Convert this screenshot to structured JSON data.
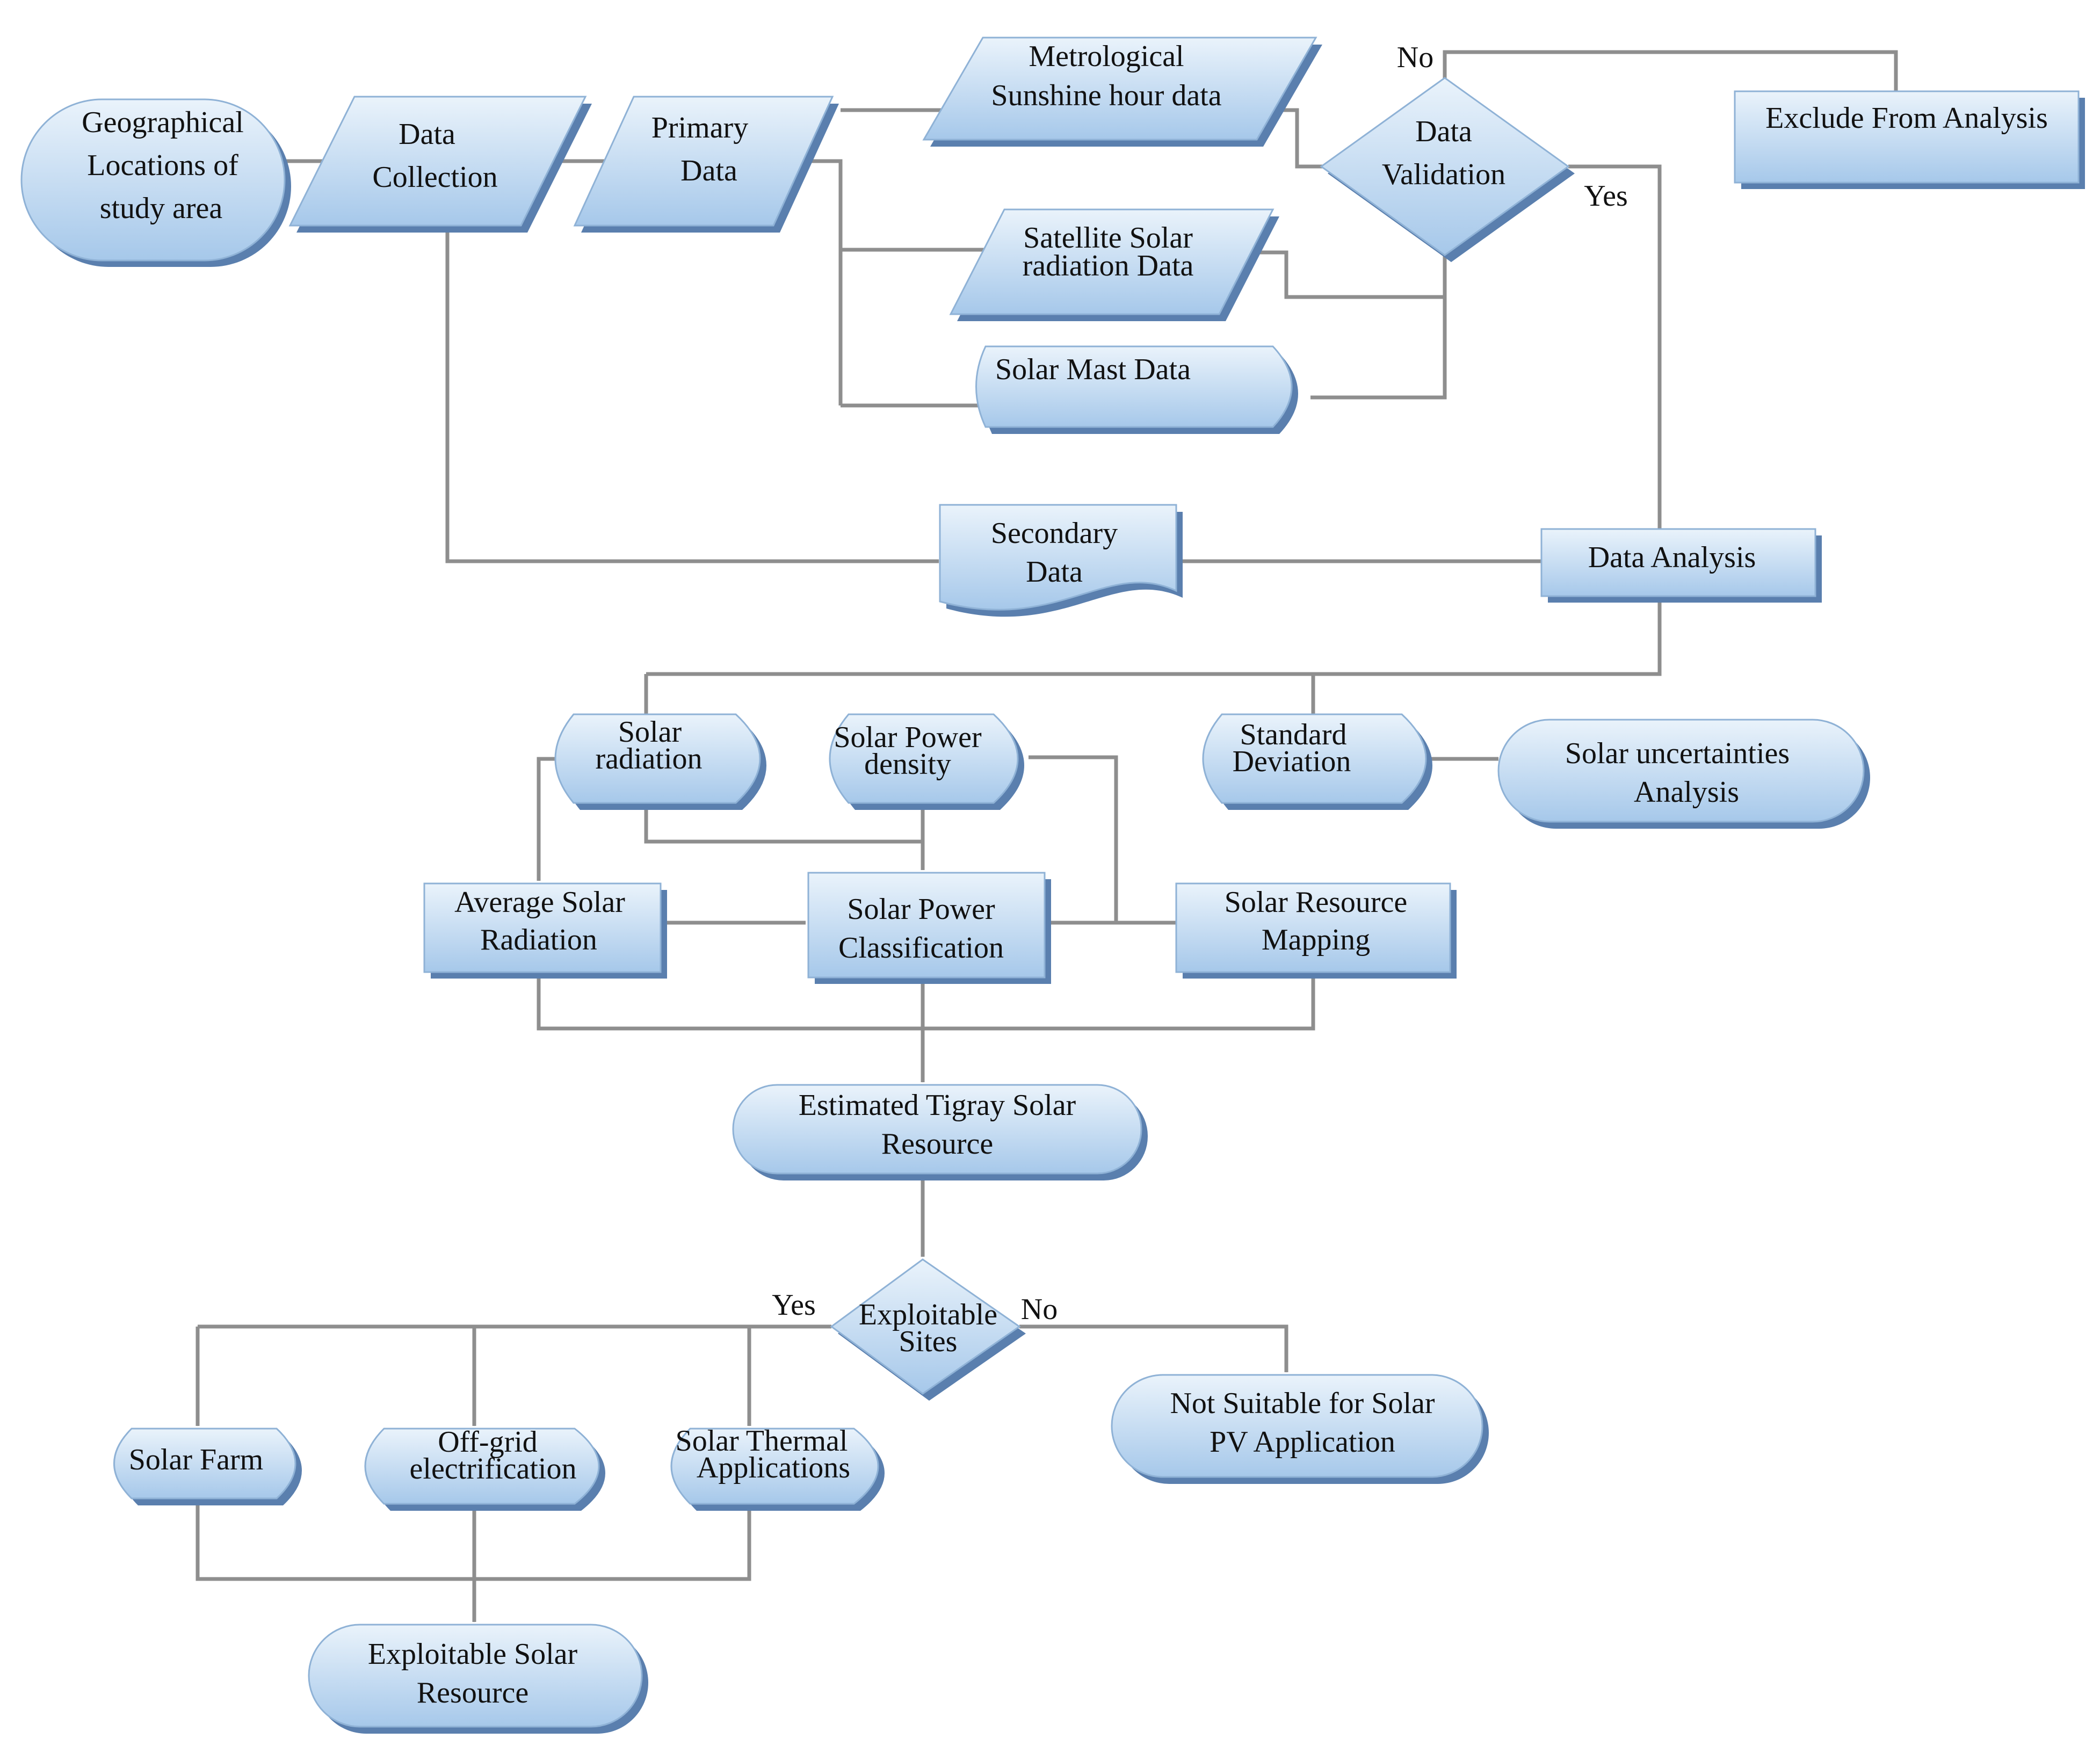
{
  "nodes": {
    "geo": {
      "lines": [
        "Geographical",
        "Locations of",
        "study area"
      ]
    },
    "collection": {
      "lines": [
        "Data",
        "Collection"
      ]
    },
    "primary": {
      "lines": [
        "Primary",
        "Data"
      ]
    },
    "sunshine": {
      "lines": [
        "Metrological",
        "Sunshine hour data"
      ]
    },
    "satellite": {
      "lines": [
        "Satellite Solar",
        "radiation Data"
      ]
    },
    "mast": {
      "lines": [
        "Solar Mast Data"
      ]
    },
    "validation": {
      "lines": [
        "Data",
        "Validation"
      ]
    },
    "exclude": {
      "lines": [
        "Exclude From Analysis"
      ]
    },
    "secondary": {
      "lines": [
        "Secondary",
        "Data"
      ]
    },
    "analysis": {
      "lines": [
        "Data Analysis"
      ]
    },
    "radiation": {
      "lines": [
        "Solar",
        "radiation"
      ]
    },
    "density": {
      "lines": [
        "Solar Power",
        "density"
      ]
    },
    "stddev": {
      "lines": [
        "Standard",
        "Deviation"
      ]
    },
    "uncertainty": {
      "lines": [
        "Solar uncertainties",
        "Analysis"
      ]
    },
    "avg": {
      "lines": [
        "Average Solar",
        "Radiation"
      ]
    },
    "classification": {
      "lines": [
        "Solar Power",
        "Classification"
      ]
    },
    "mapping": {
      "lines": [
        "Solar Resource",
        "Mapping"
      ]
    },
    "estimated": {
      "lines": [
        "Estimated Tigray Solar",
        "Resource"
      ]
    },
    "exploitable": {
      "lines": [
        "Exploitable",
        "Sites"
      ]
    },
    "notsuitable": {
      "lines": [
        "Not Suitable for Solar",
        "PV Application"
      ]
    },
    "farm": {
      "lines": [
        "Solar Farm"
      ]
    },
    "offgrid": {
      "lines": [
        "Off-grid",
        "electrification"
      ]
    },
    "thermal": {
      "lines": [
        "Solar Thermal",
        "Applications"
      ]
    },
    "exploitable_resource": {
      "lines": [
        "Exploitable Solar",
        "Resource"
      ]
    }
  },
  "edge_labels": {
    "validation_no": "No",
    "validation_yes": "Yes",
    "sites_yes": "Yes",
    "sites_no": "No"
  },
  "colors": {
    "fill_light": "#eaf3fb",
    "fill_dark": "#a6c8ea",
    "outline": "#8fb2d6",
    "connector": "#8e8e8e",
    "text": "#111111"
  }
}
